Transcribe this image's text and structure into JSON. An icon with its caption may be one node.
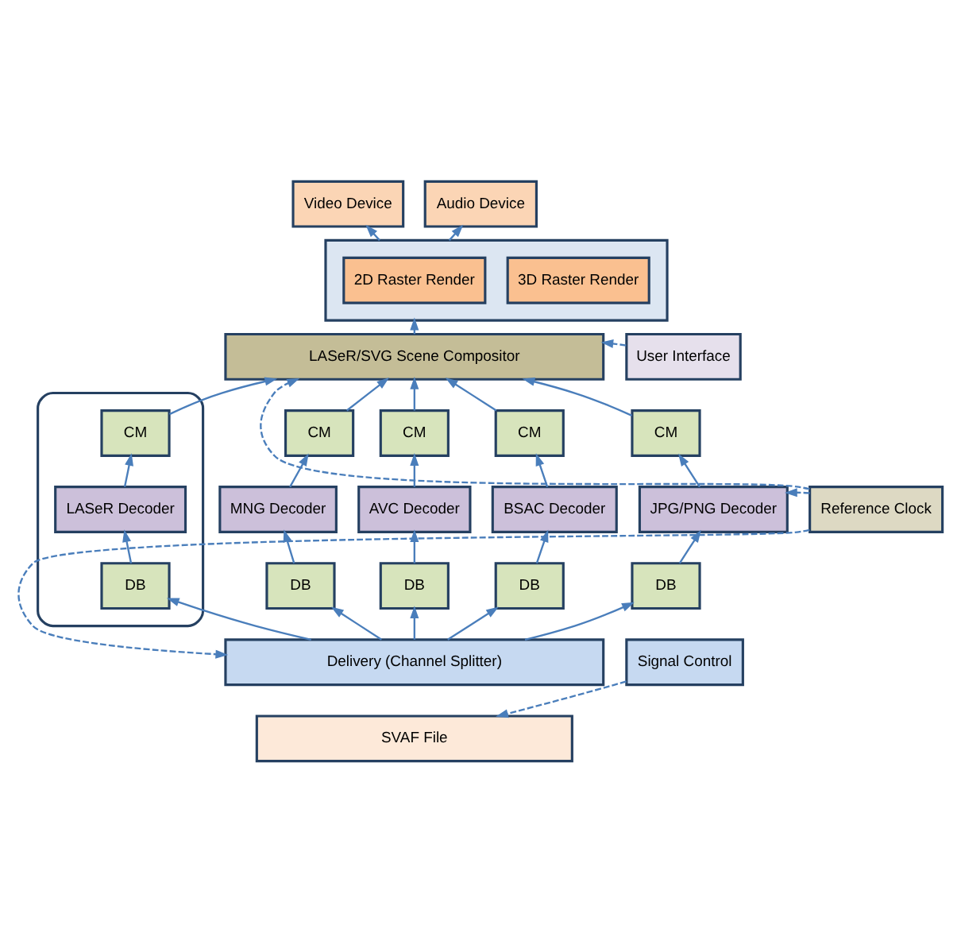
{
  "diagram": {
    "nodes": [
      {
        "text": [
          "Video Device"
        ]
      },
      {
        "text": [
          "Audio Device"
        ]
      },
      {
        "text": [],
        "shape": "box"
      },
      {
        "text": [
          "2D Raster Render"
        ],
        "in": 2
      },
      {
        "text": [
          "3D Raster Render"
        ],
        "in": 2
      },
      {
        "text": [
          "LASeR/SVG Scene Compositor"
        ]
      },
      {
        "text": [
          "User Interface"
        ]
      },
      {
        "text": [],
        "shape": "box"
      },
      {
        "text": [
          "CM"
        ],
        "in": 7
      },
      {
        "text": [
          "LASeR Decoder"
        ],
        "in": 7
      },
      {
        "text": [
          "DB"
        ],
        "in": 7
      },
      {
        "text": [
          "CM"
        ]
      },
      {
        "text": [
          "CM"
        ]
      },
      {
        "text": [
          "CM"
        ]
      },
      {
        "text": [
          "CM"
        ]
      },
      {
        "text": [
          "MNG Decoder"
        ]
      },
      {
        "text": [
          "AVC Decoder"
        ]
      },
      {
        "text": [
          "BSAC Decoder"
        ]
      },
      {
        "text": [
          "JPG/PNG Decoder"
        ]
      },
      {
        "text": [
          "DB"
        ]
      },
      {
        "text": [
          "DB"
        ]
      },
      {
        "text": [
          "DB"
        ]
      },
      {
        "text": [
          "DB"
        ]
      },
      {
        "text": [
          "Reference Clock"
        ]
      },
      {
        "text": [
          "Delivery (Channel Splitter)"
        ]
      },
      {
        "text": [
          "Signal Control"
        ]
      },
      {
        "text": [
          "SVAF File"
        ]
      }
    ],
    "edges": [
      {
        "from": 2,
        "to": 0,
        "arrow": "to"
      },
      {
        "from": 2,
        "to": 1,
        "arrow": "to"
      },
      {
        "from": 5,
        "to": 2,
        "arrow": "to"
      },
      {
        "from": 6,
        "to": 5,
        "arrow": "to",
        "style": "dashed"
      },
      {
        "from": 8,
        "to": 5,
        "arrow": "to"
      },
      {
        "from": 11,
        "to": 5,
        "arrow": "to"
      },
      {
        "from": 12,
        "to": 5,
        "arrow": "to"
      },
      {
        "from": 13,
        "to": 5,
        "arrow": "to"
      },
      {
        "from": 14,
        "to": 5,
        "arrow": "to"
      },
      {
        "from": 9,
        "to": 8,
        "arrow": "to"
      },
      {
        "from": 15,
        "to": 11,
        "arrow": "to"
      },
      {
        "from": 16,
        "to": 12,
        "arrow": "to"
      },
      {
        "from": 17,
        "to": 13,
        "arrow": "to"
      },
      {
        "from": 18,
        "to": 14,
        "arrow": "to"
      },
      {
        "from": 10,
        "to": 9,
        "arrow": "to"
      },
      {
        "from": 19,
        "to": 15,
        "arrow": "to"
      },
      {
        "from": 20,
        "to": 16,
        "arrow": "to"
      },
      {
        "from": 21,
        "to": 17,
        "arrow": "to"
      },
      {
        "from": 22,
        "to": 18,
        "arrow": "to"
      },
      {
        "from": 24,
        "to": 10,
        "arrow": "to"
      },
      {
        "from": 24,
        "to": 19,
        "arrow": "to"
      },
      {
        "from": 24,
        "to": 20,
        "arrow": "to"
      },
      {
        "from": 24,
        "to": 21,
        "arrow": "to"
      },
      {
        "from": 24,
        "to": 22,
        "arrow": "to"
      },
      {
        "from": 23,
        "to": 5,
        "arrow": "to",
        "style": "dashed"
      },
      {
        "from": 23,
        "to": 18,
        "arrow": "to",
        "style": "dashed"
      },
      {
        "from": 23,
        "to": 24,
        "arrow": "to",
        "style": "dashed"
      },
      {
        "from": 25,
        "to": 26,
        "arrow": "to",
        "style": "dashed"
      }
    ]
  }
}
